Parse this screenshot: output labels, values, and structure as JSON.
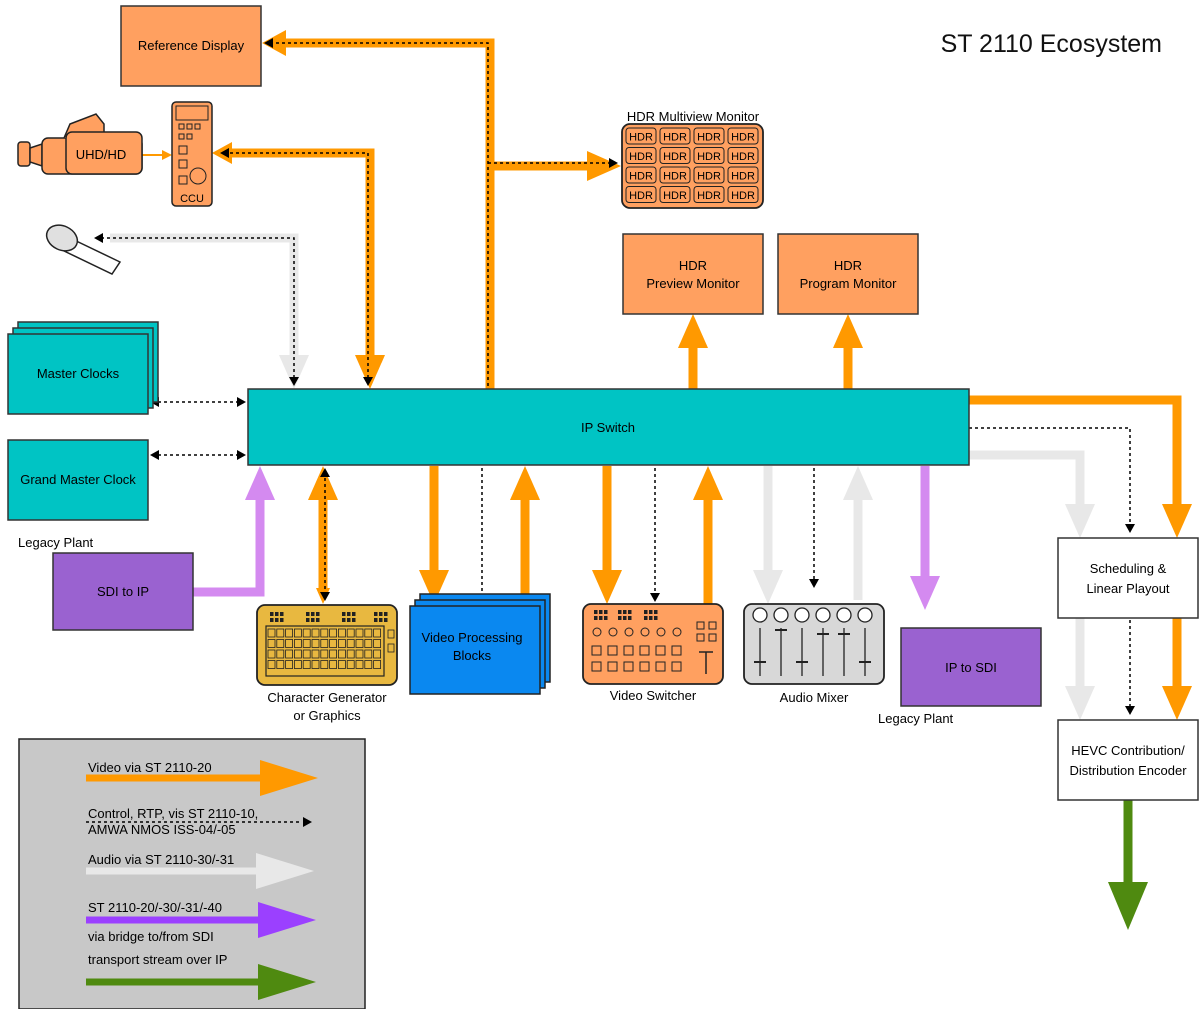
{
  "title": "ST 2110 Ecosystem",
  "colors": {
    "video": "#ff9900",
    "control": "#000000",
    "audio": "#e8e8e8",
    "bridge": "#d48af0",
    "bridge_legend": "#9b40ff",
    "transport": "#4f8a10",
    "device_orange": "#ffa060",
    "switch_teal": "#00c4c4",
    "purple_box": "#9a62d0",
    "blue_box": "#0a88f0",
    "keyboard_yellow": "#e8b840",
    "mixer_gray": "#d8d8d8",
    "legend_bg": "#c8c8c8"
  },
  "nodes": {
    "reference_display": "Reference Display",
    "camera": "UHD/HD",
    "ccu": "CCU",
    "multiview_title": "HDR Multiview Monitor",
    "multiview_cell": "HDR",
    "preview_monitor": [
      "HDR",
      "Preview Monitor"
    ],
    "program_monitor": [
      "HDR",
      "Program Monitor"
    ],
    "master_clocks": "Master Clocks",
    "grand_master_clock": "Grand Master Clock",
    "ip_switch": "IP Switch",
    "legacy_plant_left": "Legacy Plant",
    "sdi_to_ip": "SDI to IP",
    "character_generator": [
      "Character Generator",
      "or Graphics"
    ],
    "video_processing": [
      "Video Processing",
      "Blocks"
    ],
    "video_switcher": "Video Switcher",
    "audio_mixer": "Audio Mixer",
    "ip_to_sdi": "IP to SDI",
    "legacy_plant_right": "Legacy Plant",
    "scheduling": [
      "Scheduling &",
      "Linear Playout"
    ],
    "hevc_encoder": [
      "HEVC Contribution/",
      "Distribution Encoder"
    ]
  },
  "legend": [
    {
      "name": "video",
      "lines": [
        "Video via ST 2110-20"
      ]
    },
    {
      "name": "control",
      "lines": [
        "Control, RTP, vis ST 2110-10,",
        "AMWA NMOS ISS-04/-05"
      ]
    },
    {
      "name": "audio",
      "lines": [
        "Audio via ST 2110-30/-31"
      ]
    },
    {
      "name": "bridge",
      "lines": [
        "ST 2110-20/-30/-31/-40",
        "via bridge to/from SDI"
      ]
    },
    {
      "name": "transport",
      "lines": [
        "transport stream over IP"
      ]
    }
  ]
}
